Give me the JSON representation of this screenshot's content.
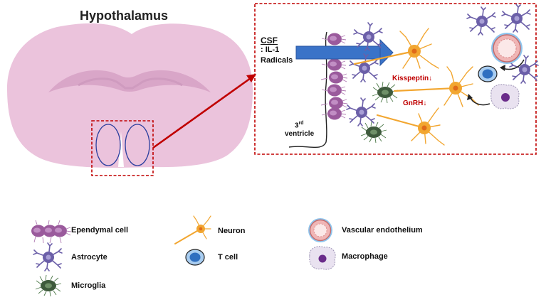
{
  "title": "Hypothalamus",
  "inset": {
    "csf_label": "CSF",
    "il1_label": ": IL-1",
    "radicals_label": "Radicals",
    "kisspeptin_label": "Kisspeptin↓",
    "gnrh_label": "GnRH↓",
    "ventricle_ordinal": "3",
    "ventricle_sup": "rd",
    "ventricle_word": "ventricle"
  },
  "legend": [
    {
      "key": "ependymal",
      "label": "Ependymal cell"
    },
    {
      "key": "astrocyte",
      "label": "Astrocyte"
    },
    {
      "key": "microglia",
      "label": "Microglia"
    },
    {
      "key": "neuron",
      "label": "Neuron"
    },
    {
      "key": "tcell",
      "label": "T cell"
    },
    {
      "key": "vascular",
      "label": "Vascular endothelium"
    },
    {
      "key": "macrophage",
      "label": "Macrophage"
    }
  ],
  "colors": {
    "brain": "#ebc3dc",
    "brain_fold": "#d9a6c8",
    "highlight_box": "#c00000",
    "ependymal": "#9a5a9c",
    "astrocyte": "#6b5fa8",
    "microglia": "#3e5a3c",
    "neuron": "#f2a630",
    "tcell": "#2f6fc0",
    "vessel": "#f0b5b5",
    "macrophage": "#6a2c8a",
    "arrow": "#3a73c8"
  }
}
